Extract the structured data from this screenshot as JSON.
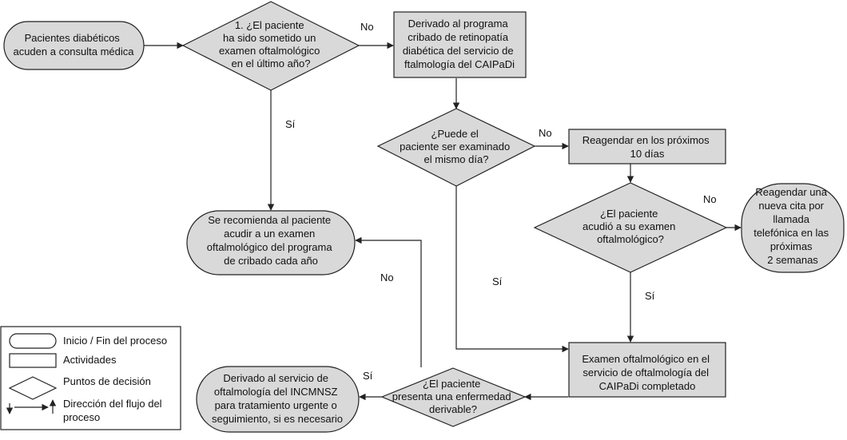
{
  "nodes": {
    "start": [
      "Pacientes diabéticos",
      "acuden a consulta médica"
    ],
    "q1": [
      "1. ¿El paciente",
      "ha sido sometido un",
      "examen oftalmológico",
      "en el último año?"
    ],
    "derived": [
      "Derivado al programa",
      "cribado de retinopatía",
      "diabética del servicio de",
      "ftalmología del CAIPaDi"
    ],
    "q2": [
      "¿Puede el",
      "paciente ser examinado",
      "el mismo día?"
    ],
    "reschedule10": [
      "Reagendar en los próximos",
      "10 días"
    ],
    "q3": [
      "¿El paciente",
      "acudió a su examen",
      "oftalmológico?"
    ],
    "reschedule2w": [
      "Reagendar una",
      "nueva cita por",
      "llamada",
      "telefónica en las",
      "próximas",
      "2 semanas"
    ],
    "recommend": [
      "Se recomienda al paciente",
      "acudir a un examen",
      "oftalmológico del programa",
      "de cribado cada año"
    ],
    "exam": [
      "Examen oftalmológico en el",
      "servicio de oftalmología del",
      "CAIPaDi completado"
    ],
    "q4": [
      "¿El paciente",
      "presenta una enfermedad",
      "derivable?"
    ],
    "referred": [
      "Derivado al servicio de",
      "oftalmología del INCMNSZ",
      "para tratamiento urgente o",
      "seguimiento, si es necesario"
    ]
  },
  "edge_labels": {
    "q1_no": "No",
    "q1_si": "Sí",
    "q2_no": "No",
    "q2_si": "Sí",
    "q3_no": "No",
    "q3_si": "Sí",
    "q4_no": "No",
    "q4_si": "Sí"
  },
  "legend": {
    "terminal": "Inicio / Fin del proceso",
    "activity": "Actividades",
    "decision": "Puntos de decisión",
    "flow": [
      "Dirección del flujo del",
      "proceso"
    ]
  }
}
